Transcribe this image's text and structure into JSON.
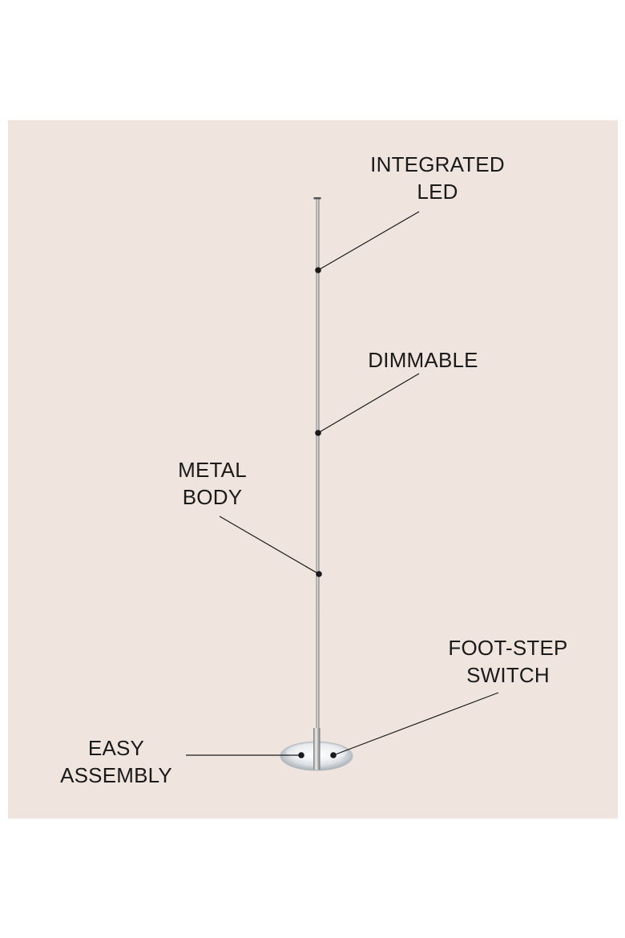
{
  "colors": {
    "background": "#ffffff",
    "panel": "#efe4de",
    "text": "#1a1a1a",
    "callout_line": "#1a1a1a",
    "pole": "#8a8a8a",
    "base": "#d4d8dc"
  },
  "callouts": {
    "integrated_led": {
      "line1": "INTEGRATED",
      "line2": "LED"
    },
    "dimmable": {
      "line1": "DIMMABLE"
    },
    "metal_body": {
      "line1": "METAL",
      "line2": "BODY"
    },
    "foot_step_switch": {
      "line1": "FOOT-STEP",
      "line2": "SWITCH"
    },
    "easy_assembly": {
      "line1": "EASY",
      "line2": "ASSEMBLY"
    }
  },
  "product": {
    "type": "floor-lamp",
    "parts": [
      "pole",
      "base"
    ]
  }
}
